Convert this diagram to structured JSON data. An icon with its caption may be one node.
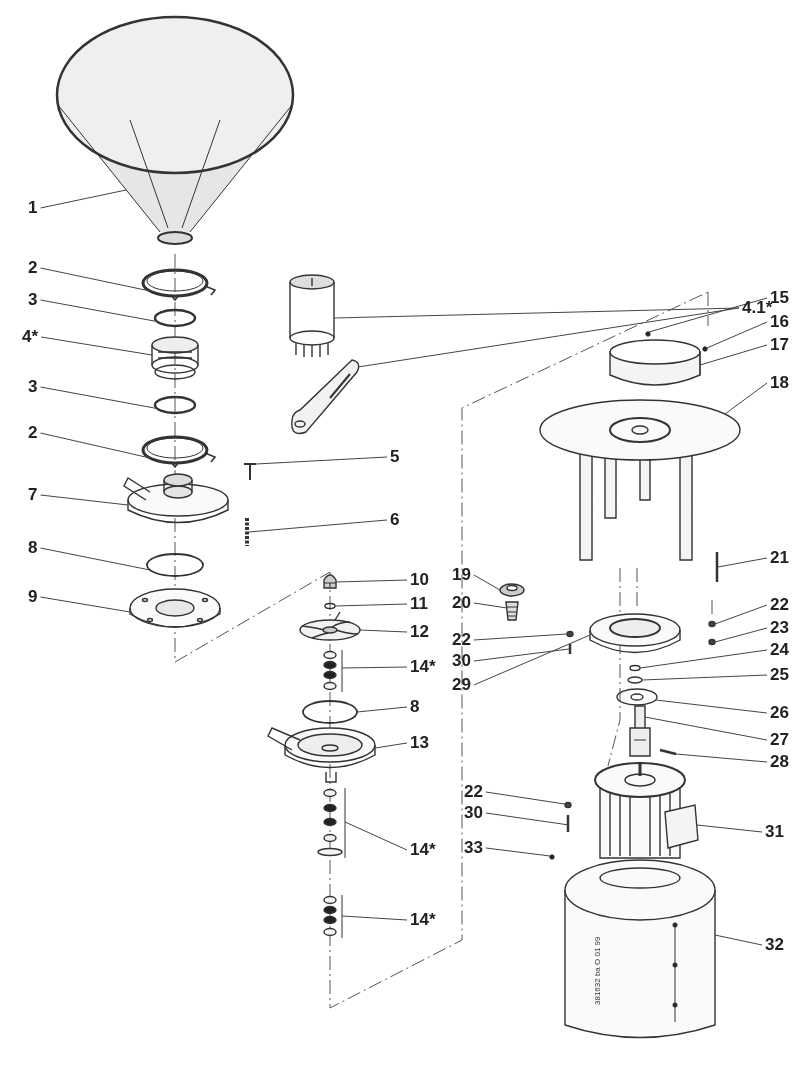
{
  "diagram": {
    "nodes": [
      {
        "text": [
          "1"
        ]
      },
      {
        "text": [
          "2"
        ]
      },
      {
        "text": [
          "3"
        ]
      },
      {
        "text": [
          "4*"
        ]
      },
      {
        "text": [
          "3"
        ]
      },
      {
        "text": [
          "2"
        ]
      },
      {
        "text": [
          "4.1*"
        ]
      },
      {
        "text": [
          "5"
        ]
      },
      {
        "text": [
          "7"
        ]
      },
      {
        "text": [
          "6"
        ]
      },
      {
        "text": [
          "8"
        ]
      },
      {
        "text": [
          "9"
        ]
      },
      {
        "text": [
          "10"
        ]
      },
      {
        "text": [
          "11"
        ]
      },
      {
        "text": [
          "12"
        ]
      },
      {
        "text": [
          "14*"
        ]
      },
      {
        "text": [
          "8"
        ]
      },
      {
        "text": [
          "13"
        ]
      },
      {
        "text": [
          "14*"
        ]
      },
      {
        "text": [
          "14*"
        ]
      },
      {
        "text": [
          "15"
        ]
      },
      {
        "text": [
          "16"
        ]
      },
      {
        "text": [
          "17"
        ]
      },
      {
        "text": [
          "18"
        ]
      },
      {
        "text": [
          "19"
        ]
      },
      {
        "text": [
          "20"
        ]
      },
      {
        "text": [
          "21"
        ]
      },
      {
        "text": [
          "22"
        ]
      },
      {
        "text": [
          "22"
        ]
      },
      {
        "text": [
          "23"
        ]
      },
      {
        "text": [
          "30"
        ]
      },
      {
        "text": [
          "24"
        ]
      },
      {
        "text": [
          "29"
        ]
      },
      {
        "text": [
          "25"
        ]
      },
      {
        "text": [
          "26"
        ]
      },
      {
        "text": [
          "27"
        ]
      },
      {
        "text": [
          "28"
        ]
      },
      {
        "text": [
          "22"
        ]
      },
      {
        "text": [
          "30"
        ]
      },
      {
        "text": [
          "31"
        ]
      },
      {
        "text": [
          "33"
        ]
      },
      {
        "text": [
          "32"
        ]
      },
      {
        "text": [],
        "shape": "cone"
      },
      {
        "text": [],
        "shape": "picture"
      },
      {
        "text": [],
        "shape": "circle"
      },
      {
        "text": [],
        "shape": "picture"
      },
      {
        "text": [],
        "shape": "circle"
      },
      {
        "text": [],
        "shape": "picture"
      },
      {
        "text": [],
        "shape": "picture"
      },
      {
        "text": [],
        "shape": "picture"
      },
      {
        "text": [],
        "shape": "picture"
      },
      {
        "text": [],
        "shape": "picture"
      },
      {
        "text": [],
        "shape": "picture"
      },
      {
        "text": [],
        "shape": "circle"
      },
      {
        "text": [],
        "shape": "picture"
      },
      {
        "text": [],
        "shape": "picture"
      },
      {
        "text": [],
        "shape": "circle"
      },
      {
        "text": [],
        "shape": "picture"
      },
      {
        "text": [],
        "shape": "picture"
      },
      {
        "text": [],
        "shape": "circle"
      },
      {
        "text": [],
        "shape": "picture"
      },
      {
        "text": [],
        "shape": "picture"
      },
      {
        "text": [],
        "shape": "picture"
      },
      {
        "text": [],
        "shape": "circle"
      },
      {
        "text": [],
        "shape": "circle"
      },
      {
        "text": [],
        "shape": "picture"
      },
      {
        "text": [],
        "shape": "picture"
      },
      {
        "text": [],
        "shape": "picture"
      },
      {
        "text": [],
        "shape": "picture"
      },
      {
        "text": [],
        "shape": "picture"
      },
      {
        "text": [],
        "shape": "circle"
      },
      {
        "text": [],
        "shape": "circle"
      },
      {
        "text": [],
        "shape": "circle"
      },
      {
        "text": [],
        "shape": "picture"
      },
      {
        "text": [],
        "shape": "circle"
      },
      {
        "text": [],
        "shape": "picture"
      },
      {
        "text": [],
        "shape": "circle"
      },
      {
        "text": [],
        "shape": "circle"
      },
      {
        "text": [],
        "shape": "picture"
      },
      {
        "text": [],
        "shape": "picture"
      },
      {
        "text": [],
        "shape": "circle"
      },
      {
        "text": [],
        "shape": "picture"
      },
      {
        "text": [],
        "shape": "picture"
      },
      {
        "text": [],
        "shape": "circle"
      },
      {
        "text": [],
        "shape": "picture"
      }
    ],
    "edges": [
      {
        "from": 0,
        "to": 42,
        "arrow": "none"
      },
      {
        "from": 1,
        "to": 43,
        "arrow": "none"
      },
      {
        "from": 2,
        "to": 44,
        "arrow": "none"
      },
      {
        "from": 3,
        "to": 45,
        "arrow": "none"
      },
      {
        "from": 4,
        "to": 46,
        "arrow": "none"
      },
      {
        "from": 5,
        "to": 47,
        "arrow": "none"
      },
      {
        "from": 6,
        "to": 48,
        "arrow": "none"
      },
      {
        "from": 6,
        "to": 49,
        "arrow": "none"
      },
      {
        "from": 7,
        "to": 50,
        "arrow": "none"
      },
      {
        "from": 8,
        "to": 51,
        "arrow": "none"
      },
      {
        "from": 9,
        "to": 52,
        "arrow": "none"
      },
      {
        "from": 10,
        "to": 53,
        "arrow": "none"
      },
      {
        "from": 11,
        "to": 54,
        "arrow": "none"
      },
      {
        "from": 12,
        "to": 55,
        "arrow": "none"
      },
      {
        "from": 13,
        "to": 56,
        "arrow": "none"
      },
      {
        "from": 14,
        "to": 57,
        "arrow": "none"
      },
      {
        "from": 15,
        "to": 58,
        "arrow": "none"
      },
      {
        "from": 16,
        "to": 59,
        "arrow": "none"
      },
      {
        "from": 17,
        "to": 60,
        "arrow": "none"
      },
      {
        "from": 18,
        "to": 61,
        "arrow": "none"
      },
      {
        "from": 19,
        "to": 62,
        "arrow": "none"
      },
      {
        "from": 20,
        "to": 63,
        "arrow": "none"
      },
      {
        "from": 21,
        "to": 64,
        "arrow": "none"
      },
      {
        "from": 22,
        "to": 65,
        "arrow": "none"
      },
      {
        "from": 23,
        "to": 66,
        "arrow": "none"
      },
      {
        "from": 24,
        "to": 67,
        "arrow": "none"
      },
      {
        "from": 25,
        "to": 68,
        "arrow": "none"
      },
      {
        "from": 26,
        "to": 69,
        "arrow": "none"
      },
      {
        "from": 27,
        "to": 70,
        "arrow": "none"
      },
      {
        "from": 28,
        "to": 71,
        "arrow": "none"
      },
      {
        "from": 29,
        "to": 72,
        "arrow": "none"
      },
      {
        "from": 30,
        "to": 73,
        "arrow": "none"
      },
      {
        "from": 31,
        "to": 74,
        "arrow": "none"
      },
      {
        "from": 32,
        "to": 75,
        "arrow": "none"
      },
      {
        "from": 33,
        "to": 76,
        "arrow": "none"
      },
      {
        "from": 34,
        "to": 77,
        "arrow": "none"
      },
      {
        "from": 35,
        "to": 78,
        "arrow": "none"
      },
      {
        "from": 36,
        "to": 79,
        "arrow": "none"
      },
      {
        "from": 37,
        "to": 80,
        "arrow": "none"
      },
      {
        "from": 38,
        "to": 81,
        "arrow": "none"
      },
      {
        "from": 39,
        "to": 82,
        "arrow": "none"
      },
      {
        "from": 40,
        "to": 83,
        "arrow": "none"
      },
      {
        "from": 41,
        "to": 84,
        "arrow": "none"
      }
    ],
    "labels": [
      "381632 ba O 01 99"
    ]
  }
}
